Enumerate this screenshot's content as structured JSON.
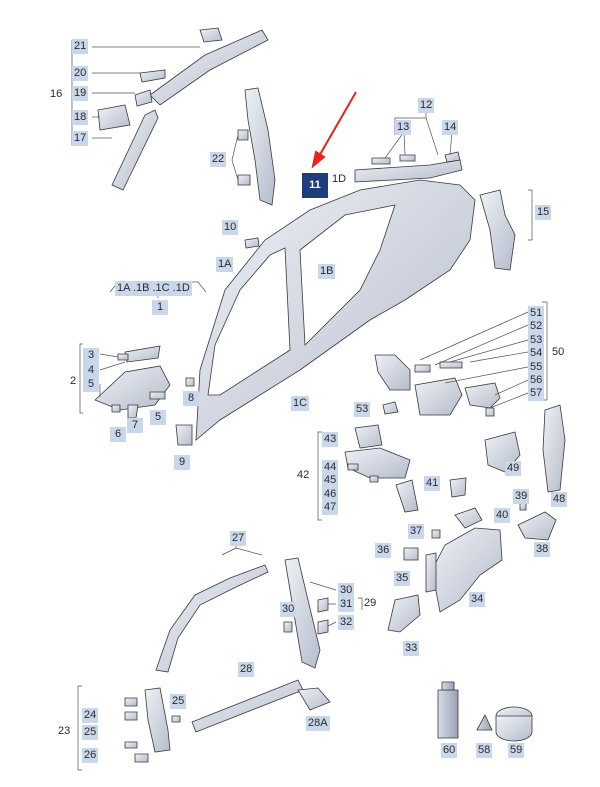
{
  "diagram": {
    "callouts": {
      "c21": "21",
      "c20": "20",
      "c16": "16",
      "c19": "19",
      "c18": "18",
      "c17": "17",
      "c22": "22",
      "c11": "11",
      "c1D": "1D",
      "c12": "12",
      "c13": "13",
      "c14": "14",
      "c15": "15",
      "c10": "10",
      "c1A": "1A",
      "c1B": "1B",
      "c1group": "1A .1B .1C .1D",
      "c1": "1",
      "c3": "3",
      "c4": "4",
      "c2": "2",
      "c5a": "5",
      "c8": "8",
      "c7": "7",
      "c6": "6",
      "c5b": "5",
      "c9": "9",
      "c1C": "1C",
      "c51": "51",
      "c52": "52",
      "c53a": "53",
      "c54": "54",
      "c50": "50",
      "c55": "55",
      "c56": "56",
      "c57": "57",
      "c53b": "53",
      "c43": "43",
      "c44": "44",
      "c45": "45",
      "c46": "46",
      "c47": "47",
      "c42": "42",
      "c41": "41",
      "c49": "49",
      "c48": "48",
      "c39": "39",
      "c40": "40",
      "c37": "37",
      "c38": "38",
      "c36": "36",
      "c35": "35",
      "c34": "34",
      "c33": "33",
      "c27": "27",
      "c30a": "30",
      "c30b": "30",
      "c31": "31",
      "c29": "29",
      "c32": "32",
      "c28": "28",
      "c28A": "28A",
      "c24": "24",
      "c23": "23",
      "c25a": "25",
      "c25b": "25",
      "c26": "26",
      "c60": "60",
      "c58": "58",
      "c59": "59"
    },
    "colors": {
      "highlight": "#1f3d7a",
      "label_bg": "#c9d7ea",
      "arrow": "#e8231f",
      "line": "#555555"
    }
  }
}
